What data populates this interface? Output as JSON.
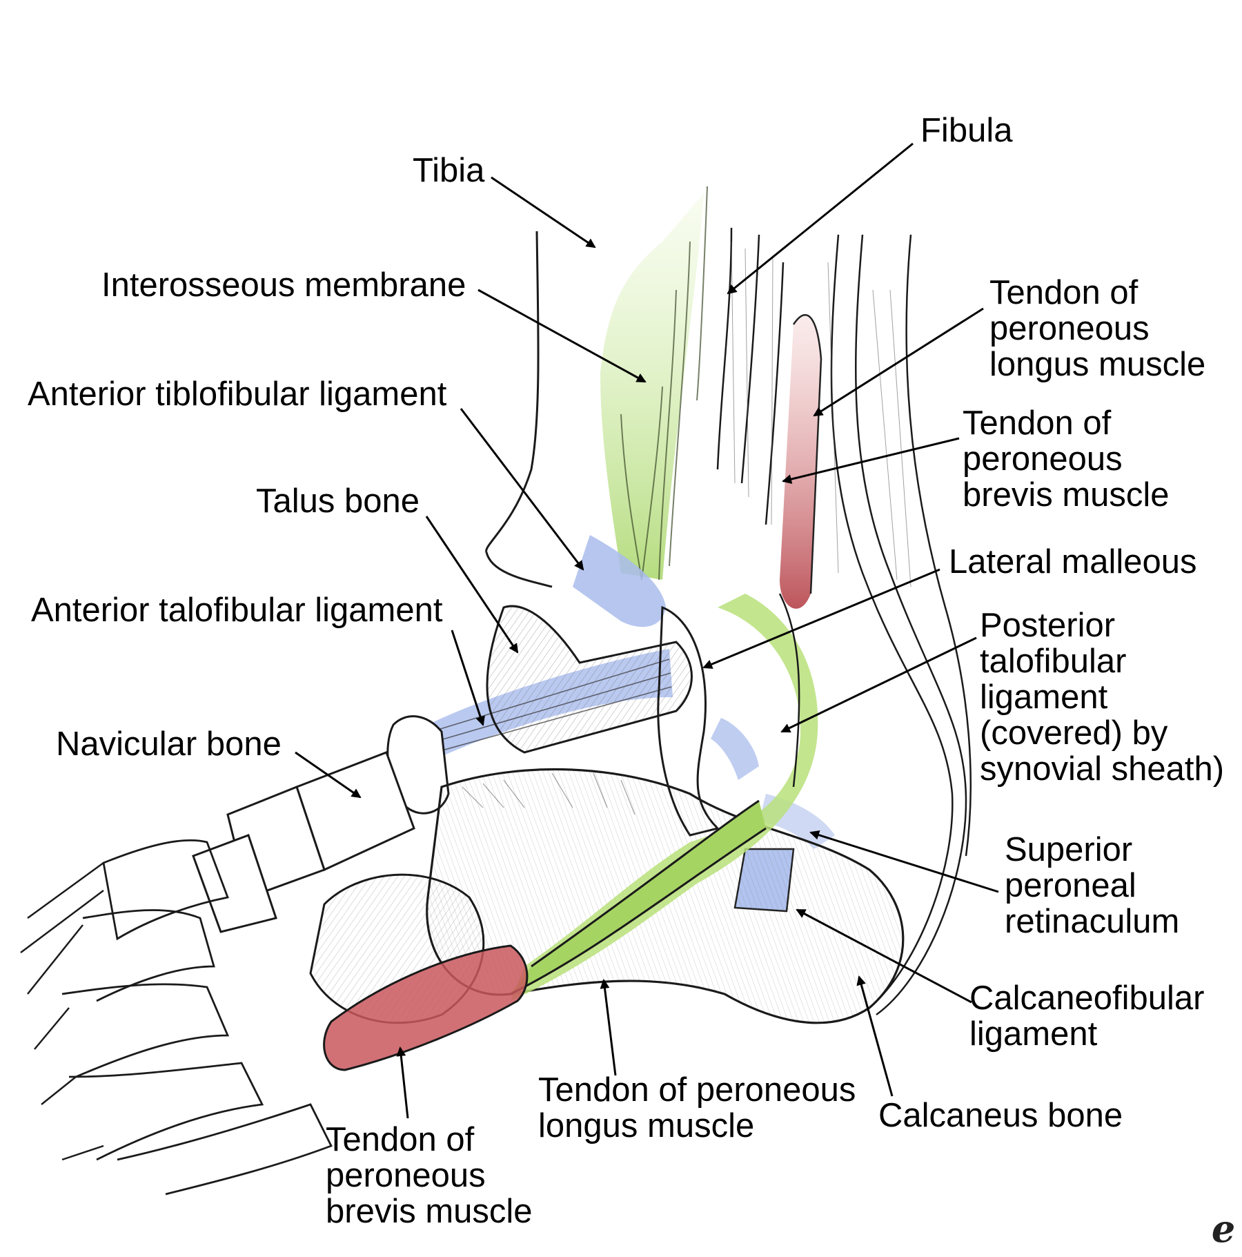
{
  "labels": {
    "tibia": "Tibia",
    "fibula": "Fibula",
    "interosseous_membrane": "Interosseous membrane",
    "anterior_tibiofibular_ligament": "Anterior tiblofibular ligament",
    "talus_bone": "Talus bone",
    "anterior_talofibular_ligament": "Anterior talofibular ligament",
    "navicular_bone": "Navicular bone",
    "tendon_peroneus_longus_top": [
      "Tendon of",
      "peroneous",
      "longus muscle"
    ],
    "tendon_peroneus_brevis_top": [
      "Tendon of",
      "peroneous",
      "brevis muscle"
    ],
    "lateral_malleolus": "Lateral malleous",
    "posterior_talofibular_ligament": [
      "Posterior",
      "talofibular",
      "ligament",
      "(covered) by",
      "synovial sheath)"
    ],
    "superior_peroneal_retinaculum": [
      "Superior",
      "peroneal",
      "retinaculum"
    ],
    "calcaneofibular_ligament": [
      "Calcaneofibular",
      "ligament"
    ],
    "calcaneus_bone": "Calcaneus bone",
    "tendon_peroneus_longus_bottom": [
      "Tendon of peroneous",
      "longus muscle"
    ],
    "tendon_peroneus_brevis_bottom": [
      "Tendon of",
      "peroneous",
      "brevis muscle"
    ]
  },
  "colors": {
    "tendon_longus": "#b8e07a",
    "tendon_brevis": "#c9585e",
    "ligament": "#a9bcec",
    "bone_outline": "#1a1a1a",
    "hatching": "#555555"
  },
  "watermark": "e"
}
